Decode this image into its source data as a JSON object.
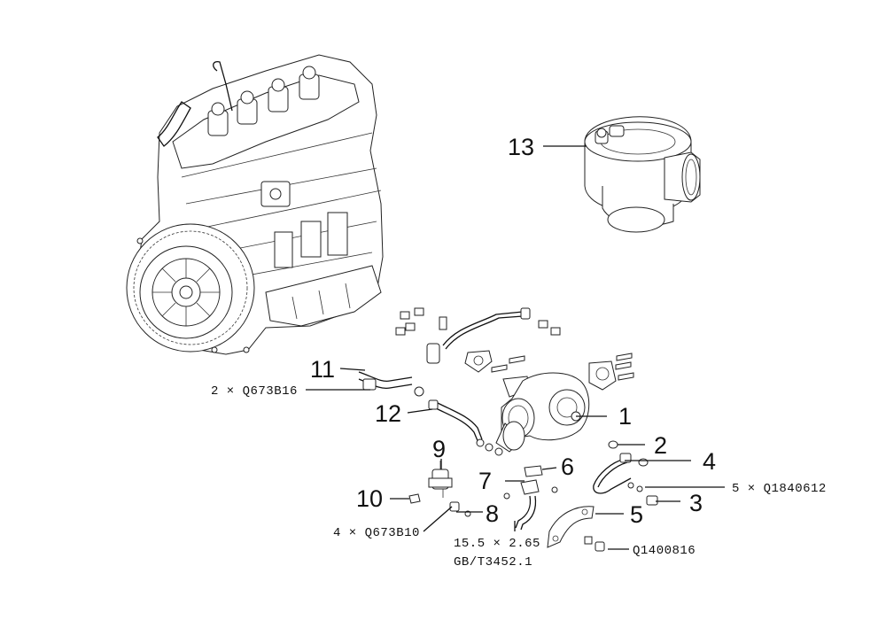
{
  "callouts": {
    "c1": "1",
    "c2": "2",
    "c3": "3",
    "c4": "4",
    "c5": "5",
    "c6": "6",
    "c7": "7",
    "c8": "8",
    "c9": "9",
    "c10": "10",
    "c11": "11",
    "c12": "12",
    "c13": "13"
  },
  "specs": {
    "s11": "2 × Q673B16",
    "s4": "5 × Q1840612",
    "s10": "4 × Q673B10",
    "s8a": "15.5 × 2.65",
    "s8b": "GB/T3452.1",
    "s5": "Q1400816"
  }
}
